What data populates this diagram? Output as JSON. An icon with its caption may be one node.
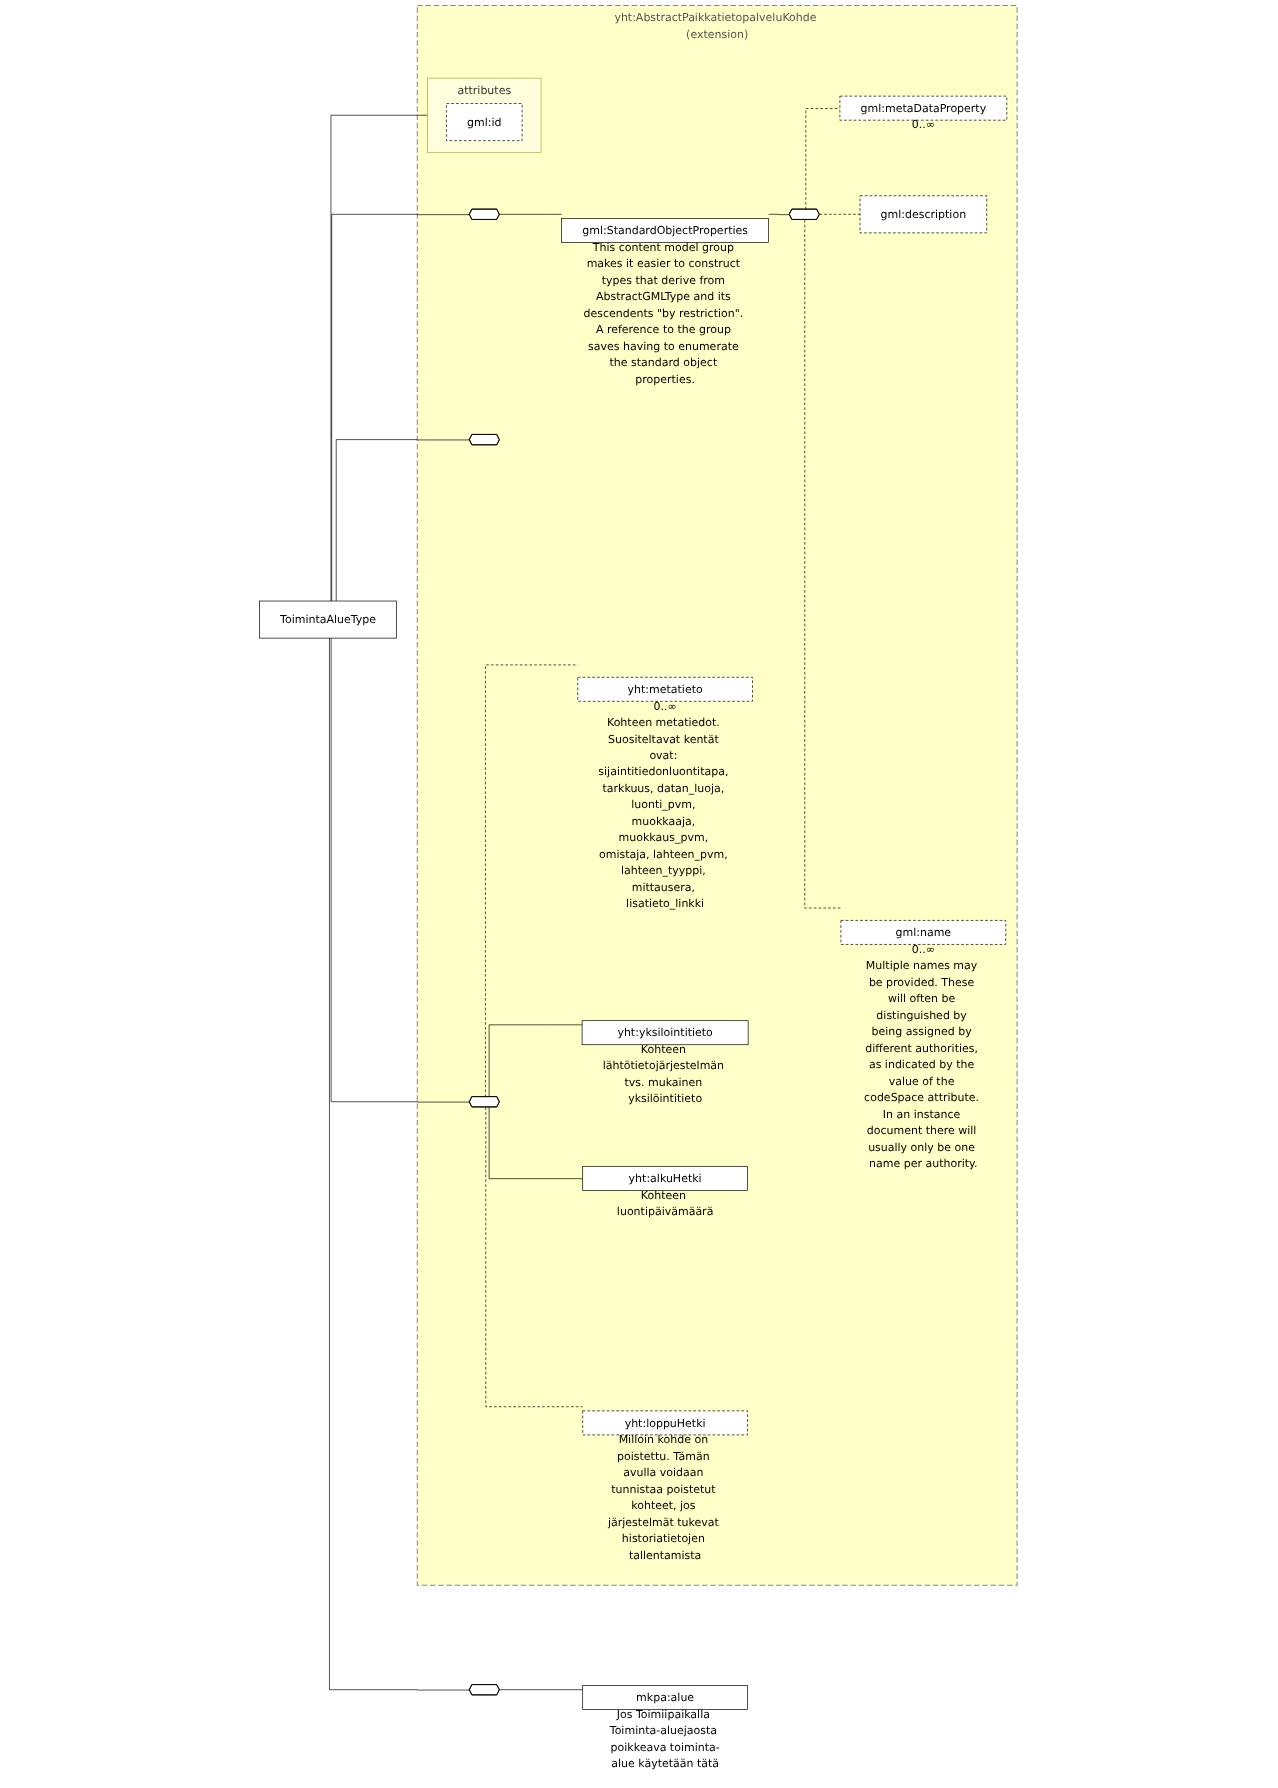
{
  "diagram": {
    "nodes": [
      {
        "text": [
          "ToimintaAlueType"
        ]
      },
      {
        "text": [
          "yht:AbstractPaikkatietopalveluKohde (extension)"
        ]
      },
      {
        "text": [
          "attributes"
        ],
        "in": 1
      },
      {
        "text": [
          "gml:id"
        ],
        "in": 2
      },
      {
        "text": [],
        "shape": "hexagon",
        "in": 1
      },
      {
        "text": [
          "gml:StandardObjectProperties"
        ],
        "beside": [
          "This content model group makes it easier to construct types that derive from AbstractGMLType and its descendents \"by restriction\". A reference to the group saves having to enumerate the standard object properties."
        ],
        "in": 1
      },
      {
        "text": [],
        "shape": "hexagon",
        "in": 1
      },
      {
        "text": [
          "gml:metaDataProperty"
        ],
        "beside": [
          "0..∞"
        ],
        "in": 1
      },
      {
        "text": [
          "gml:description"
        ],
        "in": 1
      },
      {
        "text": [
          "gml:name"
        ],
        "beside": [
          "0..∞",
          "Multiple names may be provided. These will often be distinguished by being assigned by different authorities, as indicated by the value of the codeSpace attribute. In an instance document there will usually only be one name per authority."
        ],
        "in": 1
      },
      {
        "text": [],
        "shape": "hexagon",
        "in": 1
      },
      {
        "text": [],
        "shape": "hexagon",
        "in": 1
      },
      {
        "text": [
          "yht:metatieto"
        ],
        "beside": [
          "0..∞",
          "Kohteen metatiedot. Suositeltavat kentät ovat: sijaintitiedonluontitapa, tarkkuus, datan_luoja, luonti_pvm, muokkaaja, muokkaus_pvm, omistaja, lahteen_pvm, lahteen_tyyppi, mittausera, lisatieto_linkki"
        ],
        "in": 1
      },
      {
        "text": [
          "yht:yksilointitieto"
        ],
        "beside": [
          "Kohteen lähtötietojärjestelmän tvs. mukainen yksilöintitieto"
        ],
        "in": 1
      },
      {
        "text": [
          "yht:alkuHetki"
        ],
        "beside": [
          "Kohteen luontipäivämäärä"
        ],
        "in": 1
      },
      {
        "text": [
          "yht:loppuHetki"
        ],
        "beside": [
          "Milloin kohde on poistettu. Tämän avulla voidaan tunnistaa poistetut kohteet, jos järjestelmät tukevat historiatietojen tallentamista"
        ],
        "in": 1
      },
      {
        "text": [],
        "shape": "hexagon"
      },
      {
        "text": [
          "mkpa:alue"
        ],
        "beside": [
          "Jos Toimiipaikalla Toiminta-aluejaosta poikkeava toiminta-alue käytetään tätä"
        ]
      }
    ],
    "edges": [
      {
        "from": 0,
        "to": 2,
        "arrow": "none"
      },
      {
        "from": 0,
        "to": 4,
        "arrow": "none"
      },
      {
        "from": 4,
        "to": 5,
        "arrow": "none"
      },
      {
        "from": 5,
        "to": 6,
        "arrow": "none"
      },
      {
        "from": 6,
        "to": 7,
        "arrow": "none",
        "style": "dashed"
      },
      {
        "from": 6,
        "to": 8,
        "arrow": "none",
        "style": "dashed"
      },
      {
        "from": 6,
        "to": 9,
        "arrow": "none",
        "style": "dashed"
      },
      {
        "from": 0,
        "to": 10,
        "arrow": "none"
      },
      {
        "from": 0,
        "to": 11,
        "arrow": "none"
      },
      {
        "from": 11,
        "to": 12,
        "arrow": "none",
        "style": "dashed"
      },
      {
        "from": 11,
        "to": 13,
        "arrow": "none"
      },
      {
        "from": 11,
        "to": 14,
        "arrow": "none"
      },
      {
        "from": 11,
        "to": 15,
        "arrow": "none",
        "style": "dashed"
      },
      {
        "from": 0,
        "to": 16,
        "arrow": "none"
      },
      {
        "from": 16,
        "to": 17,
        "arrow": "none"
      }
    ]
  }
}
